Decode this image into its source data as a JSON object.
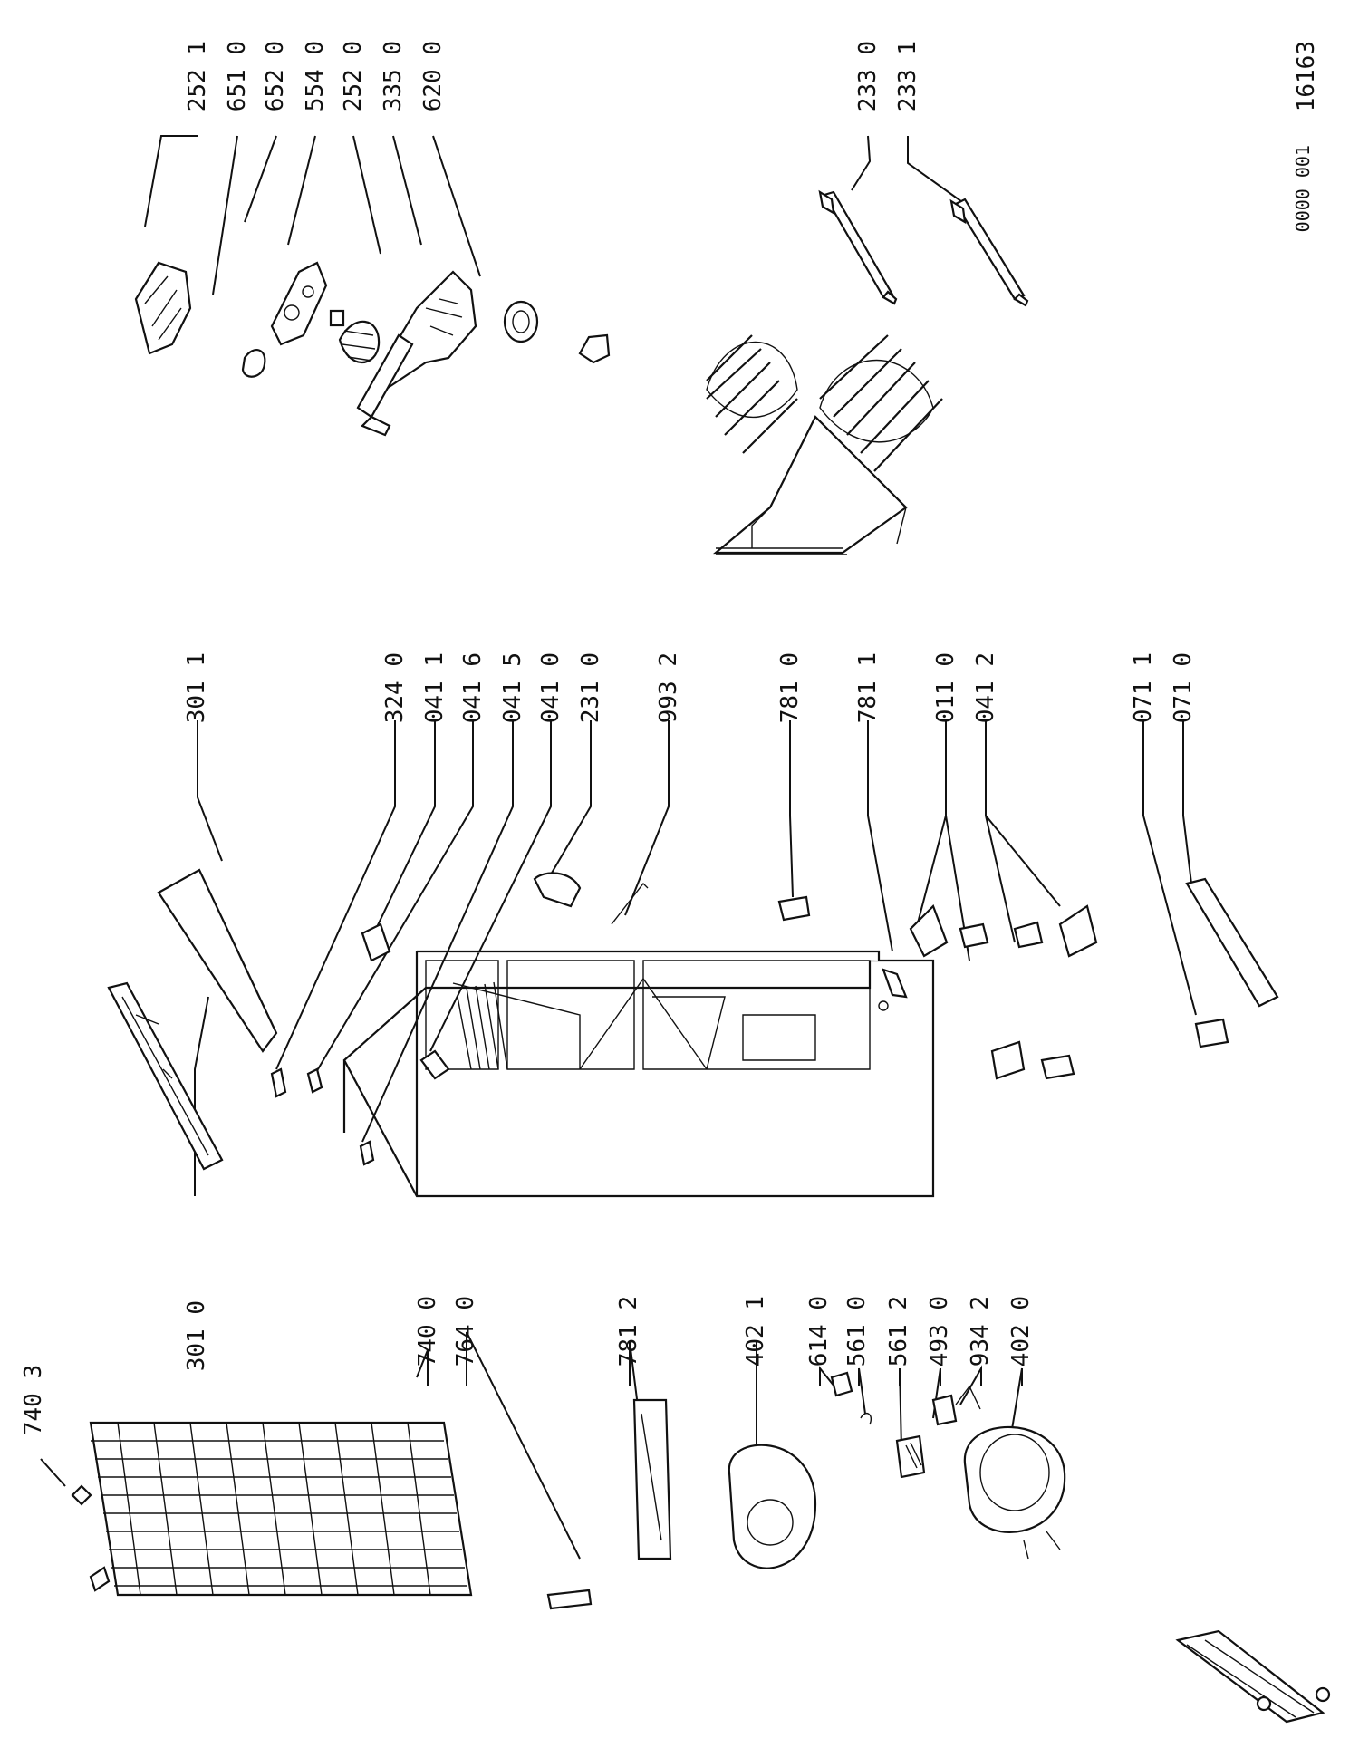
{
  "drawing_number": "16163",
  "drawing_code": "0000 001",
  "callouts": [
    {
      "id": "c-740-3",
      "label": "740 3"
    },
    {
      "id": "c-740-0",
      "label": "740 0"
    },
    {
      "id": "c-764-0",
      "label": "764 0"
    },
    {
      "id": "c-781-2",
      "label": "781 2"
    },
    {
      "id": "c-402-1",
      "label": "402 1"
    },
    {
      "id": "c-614-0",
      "label": "614 0"
    },
    {
      "id": "c-561-0",
      "label": "561 0"
    },
    {
      "id": "c-561-2",
      "label": "561 2"
    },
    {
      "id": "c-493-0",
      "label": "493 0"
    },
    {
      "id": "c-934-2",
      "label": "934 2"
    },
    {
      "id": "c-402-0",
      "label": "402 0"
    },
    {
      "id": "c-301-0",
      "label": "301 0"
    },
    {
      "id": "c-301-1",
      "label": "301 1"
    },
    {
      "id": "c-324-0",
      "label": "324 0"
    },
    {
      "id": "c-041-1",
      "label": "041 1"
    },
    {
      "id": "c-041-6",
      "label": "041 6"
    },
    {
      "id": "c-041-5",
      "label": "041 5"
    },
    {
      "id": "c-041-0",
      "label": "041 0"
    },
    {
      "id": "c-231-0",
      "label": "231 0"
    },
    {
      "id": "c-993-2",
      "label": "993 2"
    },
    {
      "id": "c-781-0",
      "label": "781 0"
    },
    {
      "id": "c-781-1",
      "label": "781 1"
    },
    {
      "id": "c-011-0",
      "label": "011 0"
    },
    {
      "id": "c-041-2",
      "label": "041 2"
    },
    {
      "id": "c-071-1",
      "label": "071 1"
    },
    {
      "id": "c-071-0",
      "label": "071 0"
    },
    {
      "id": "c-252-1",
      "label": "252 1"
    },
    {
      "id": "c-651-0",
      "label": "651 0"
    },
    {
      "id": "c-652-0",
      "label": "652 0"
    },
    {
      "id": "c-554-0",
      "label": "554 0"
    },
    {
      "id": "c-252-0",
      "label": "252 0"
    },
    {
      "id": "c-335-0",
      "label": "335 0"
    },
    {
      "id": "c-620-0",
      "label": "620 0"
    },
    {
      "id": "c-233-0",
      "label": "233 0"
    },
    {
      "id": "c-233-1",
      "label": "233 1"
    }
  ]
}
